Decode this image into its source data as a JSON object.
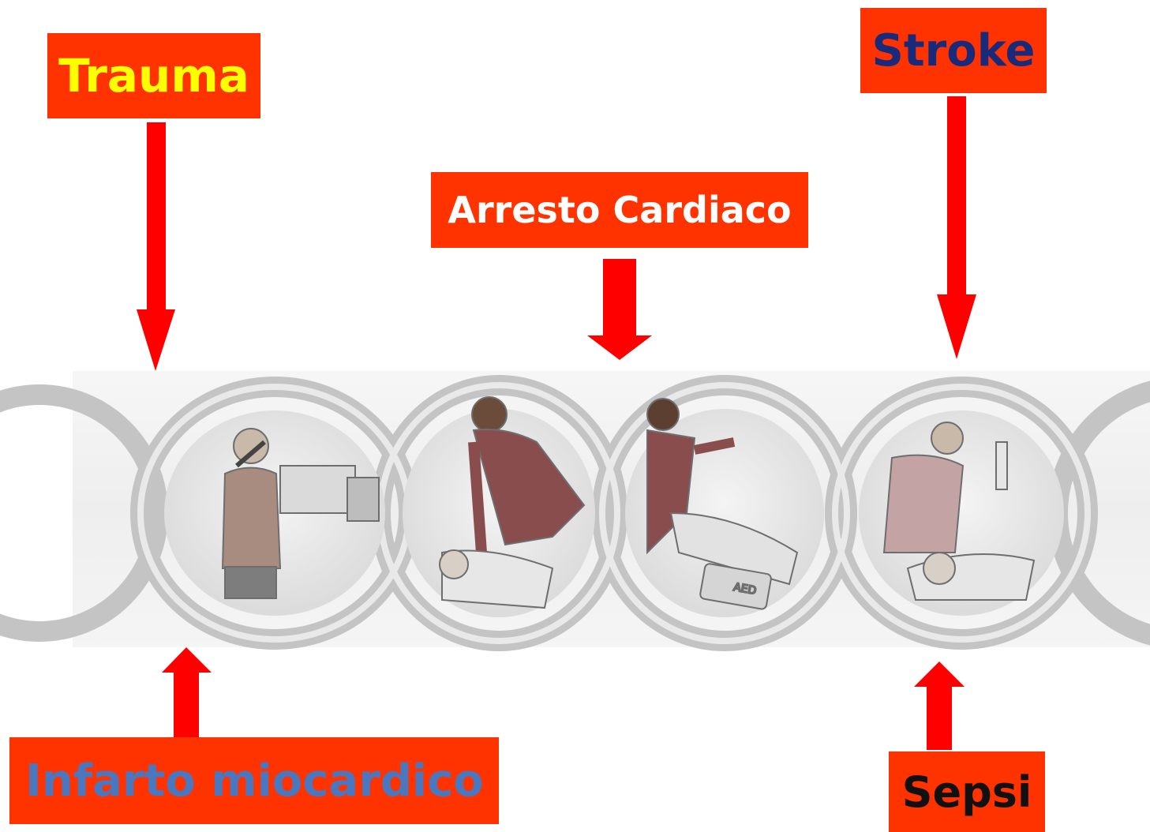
{
  "labels": {
    "trauma": "Trauma",
    "stroke": "Stroke",
    "arresto": "Arresto Cardiaco",
    "infarto": "Infarto miocardico",
    "sepsi": "Sepsi",
    "aed": "AED"
  },
  "colors": {
    "box": "#ff3300",
    "arrow": "#ff0000",
    "trauma_text": "#ffff00",
    "stroke_text": "#1a2a7a",
    "arresto_text": "#ffffff",
    "infarto_text": "#4a78c0",
    "sepsi_text": "#111111",
    "chain": "#c8c8c8"
  },
  "icons": [
    "phone-call-illustration",
    "cpr-illustration",
    "aed-illustration",
    "advanced-care-illustration"
  ]
}
